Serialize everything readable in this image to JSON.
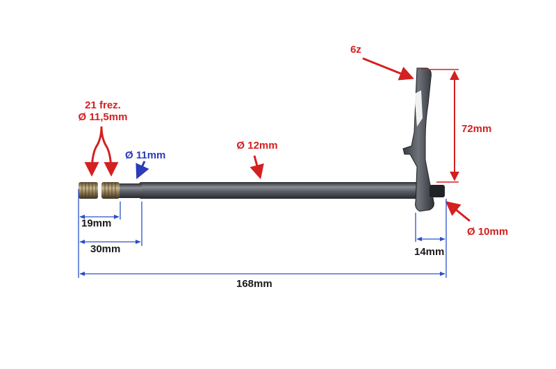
{
  "colors": {
    "background": "#ffffff",
    "annotation_red": "#d42020",
    "annotation_blue": "#2a3cb8",
    "dimension_line": "#2a50c8",
    "shaft_dark": "#3a3d42",
    "shaft_light": "#8a8e94"
  },
  "labels": {
    "spline_count": "21 frez.",
    "spline_diameter": "Ø 11,5mm",
    "neck_diameter": "Ø 11mm",
    "shaft_diameter": "Ø 12mm",
    "teeth": "6z",
    "plate_height": "72mm",
    "end_diameter": "Ø 10mm",
    "spline_length": "19mm",
    "neck_length": "30mm",
    "end_length": "14mm",
    "total_length": "168mm"
  }
}
